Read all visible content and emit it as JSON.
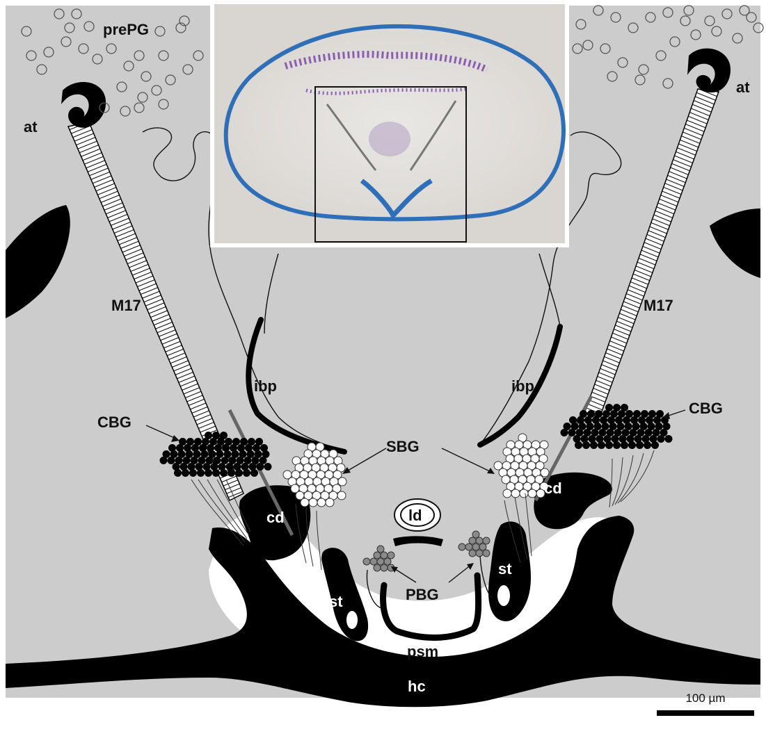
{
  "labels": {
    "prePG": "prePG",
    "at_left": "at",
    "at_right": "at",
    "m17_left": "M17",
    "m17_right": "M17",
    "ibp_left": "ibp",
    "ibp_right": "ibp",
    "cbg_left": "CBG",
    "cbg_right": "CBG",
    "sbg": "SBG",
    "cd_left": "cd",
    "cd_right": "cd",
    "ld": "ld",
    "st_left": "st",
    "st_right": "st",
    "pbg": "PBG",
    "psm": "psm",
    "hc": "hc"
  },
  "scale_bar": {
    "label": "100 µm"
  },
  "colors": {
    "tissue": "#cccccc",
    "lumen": "#ffffff",
    "cuticle": "#000000",
    "inset_bg": "#d8d6d3",
    "stain_blue": "#2f6fb8",
    "stain_purple": "#8a5fb0"
  },
  "inset": {
    "description_visible": false
  }
}
